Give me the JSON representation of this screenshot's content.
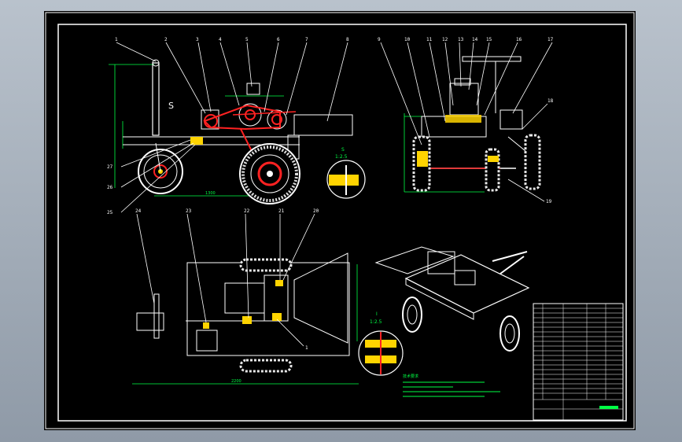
{
  "drawing": {
    "balloons_front": [
      "1",
      "2",
      "3",
      "4",
      "5",
      "6",
      "7",
      "8"
    ],
    "balloons_side": [
      "9",
      "10",
      "11",
      "12",
      "13",
      "14",
      "15",
      "16",
      "17",
      "18",
      "19"
    ],
    "balloons_front_left": [
      "27",
      "26",
      "25"
    ],
    "balloons_plan": [
      "24",
      "23",
      "22",
      "21",
      "20",
      "1"
    ],
    "section_label": "S",
    "detail_label_1": "1:2.5",
    "detail_label_2": "1:2.5",
    "detail_letter_1": "S",
    "detail_letter_2": "I",
    "notes_title": "技术要求",
    "colors": {
      "sheet": "#000000",
      "outline": "#ffffff",
      "accent": "#ff2a2a",
      "highlight": "#ffd400",
      "dims": "#00ff44",
      "wheel": "#e8e8e8"
    }
  }
}
